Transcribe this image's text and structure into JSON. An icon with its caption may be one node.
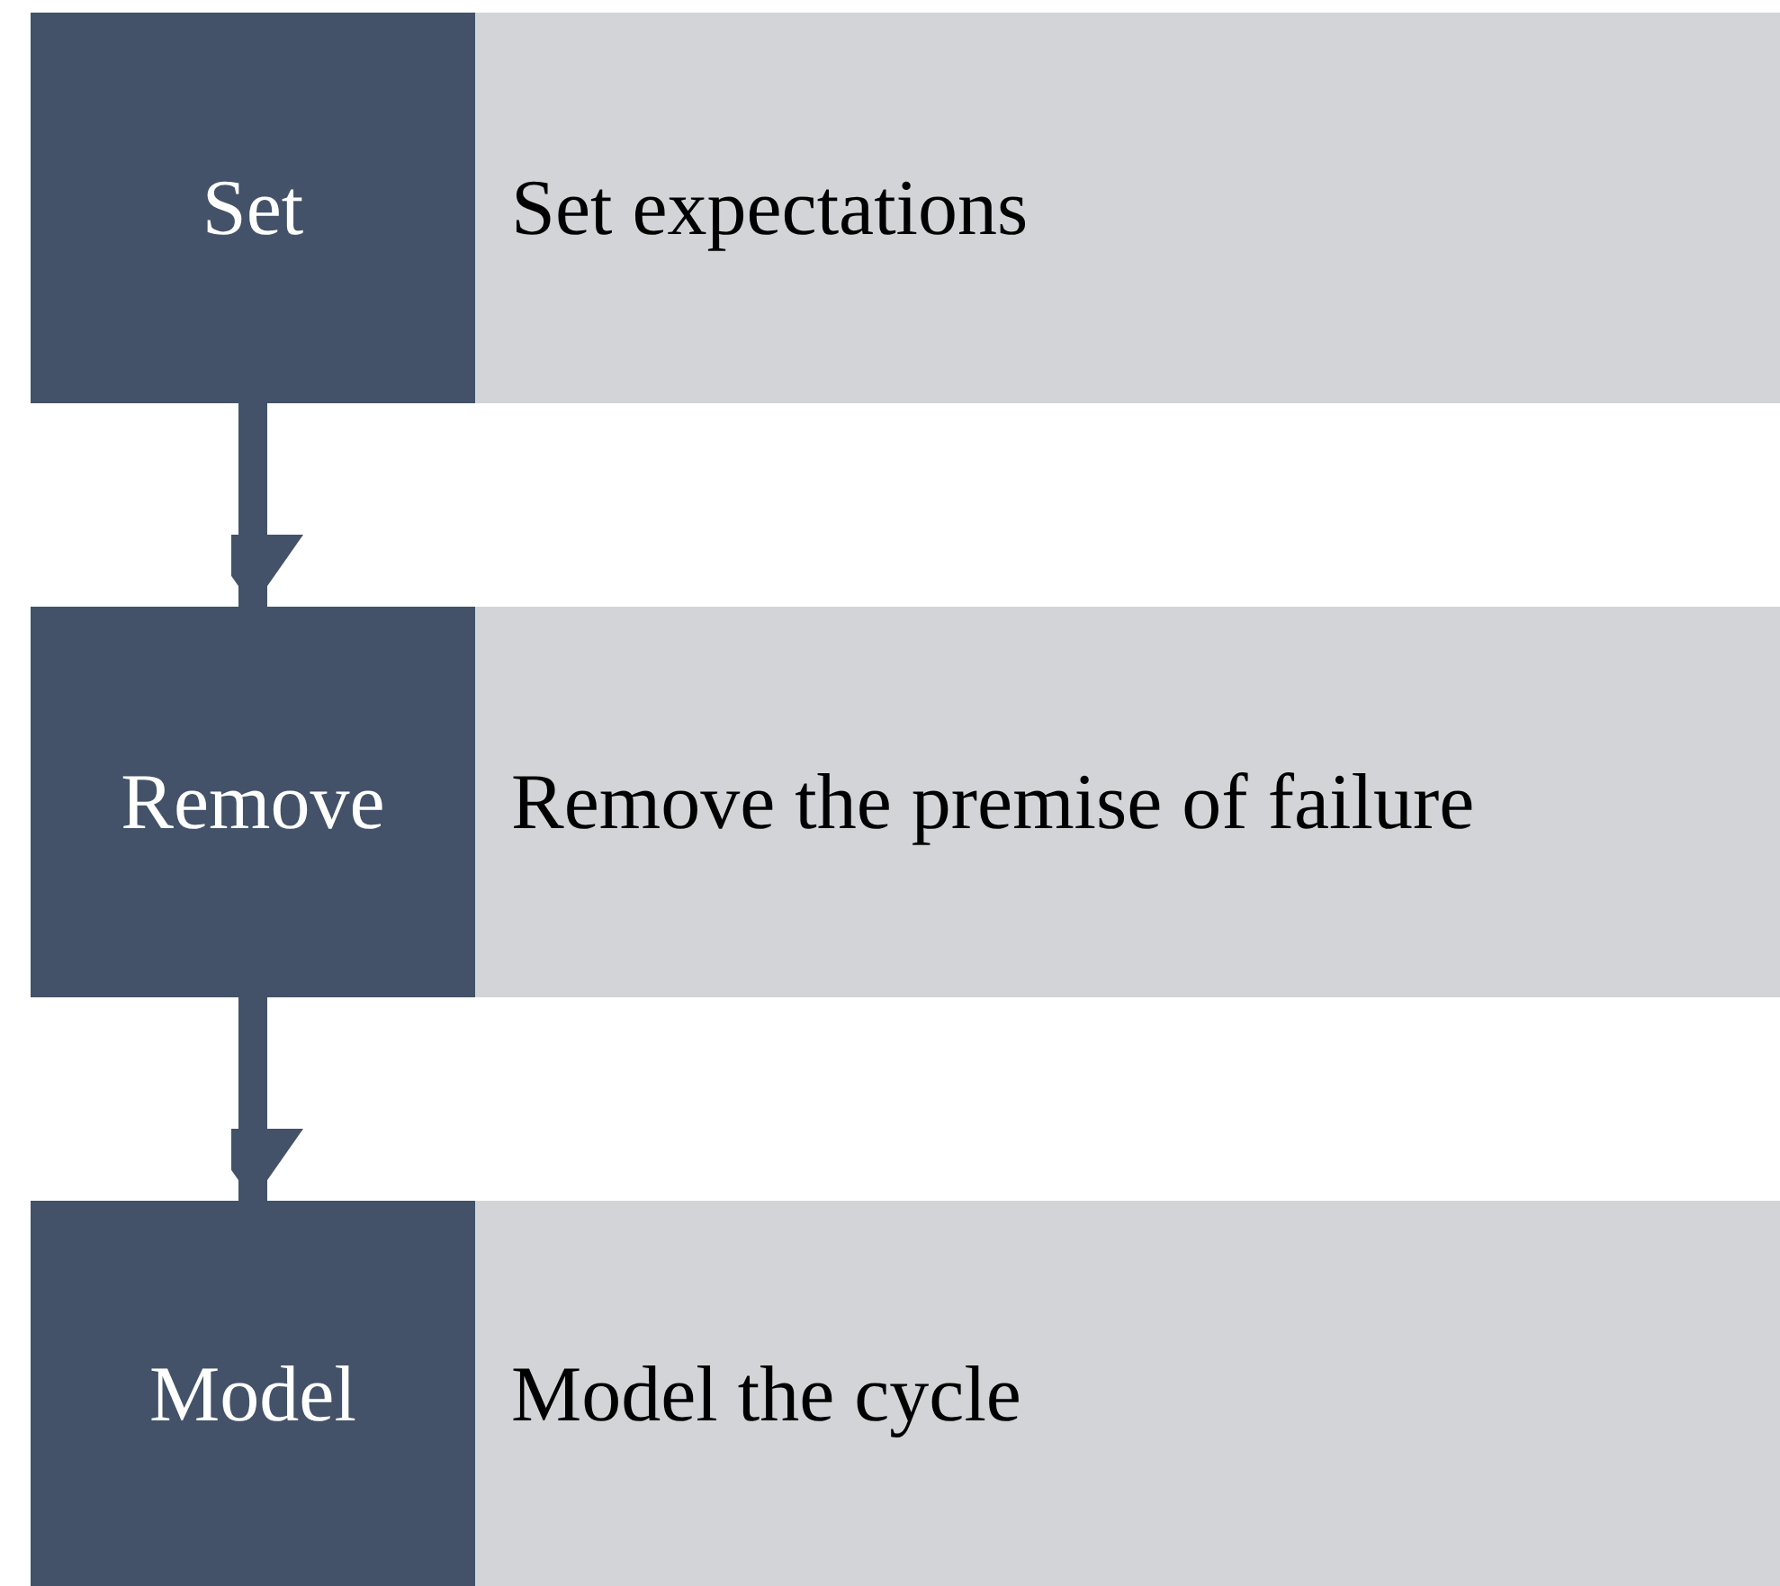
{
  "diagram": {
    "nodes": [
      {
        "text": [
          "Set"
        ]
      },
      {
        "text": [
          "Set expectations"
        ]
      },
      {
        "text": [
          "Remove"
        ]
      },
      {
        "text": [
          "Remove the premise of failure"
        ]
      },
      {
        "text": [
          "Model"
        ]
      },
      {
        "text": [
          "Model the cycle"
        ]
      }
    ],
    "edges": [
      {
        "from": 0,
        "to": 2,
        "arrow": "to"
      },
      {
        "from": 2,
        "to": 4,
        "arrow": "to"
      }
    ]
  }
}
